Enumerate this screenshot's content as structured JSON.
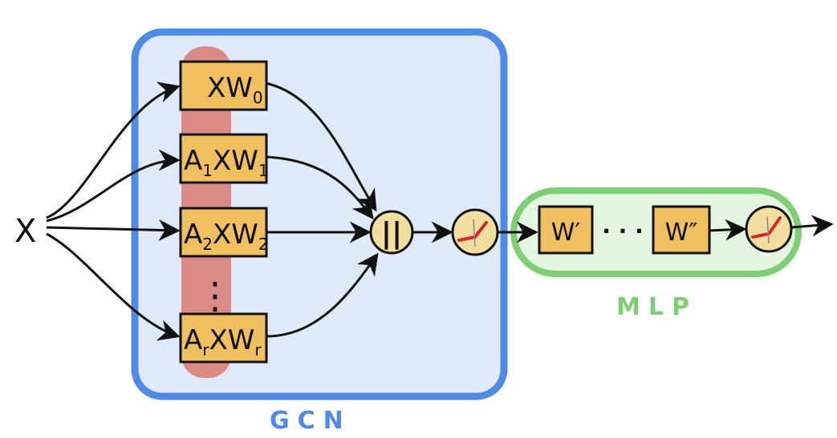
{
  "input": {
    "symbol": "X"
  },
  "gcn": {
    "label": "GCN",
    "color": "#4f8be6",
    "fill": "#dfe9f8",
    "highlight": "#d96a5e",
    "boxes": [
      {
        "main": "XW",
        "sub": "0",
        "prefix": ""
      },
      {
        "main": "XW",
        "sub": "1",
        "prefix": "A",
        "prefix_sub": "1"
      },
      {
        "main": "XW",
        "sub": "2",
        "prefix": "A",
        "prefix_sub": "2"
      },
      {
        "main": "XW",
        "sub": "r",
        "prefix": "A",
        "prefix_sub": "r"
      }
    ],
    "ellipsis": "⋮",
    "concat_symbol": "||"
  },
  "mlp": {
    "label": "MLP",
    "color": "#7ccf72",
    "fill": "#e4f5e0",
    "weights": [
      "W′",
      "W″"
    ],
    "ellipsis": "· · ·"
  },
  "box_fill": "#f0c060",
  "node_fill": "#f2dfa0",
  "activation_color": "#d6282a"
}
